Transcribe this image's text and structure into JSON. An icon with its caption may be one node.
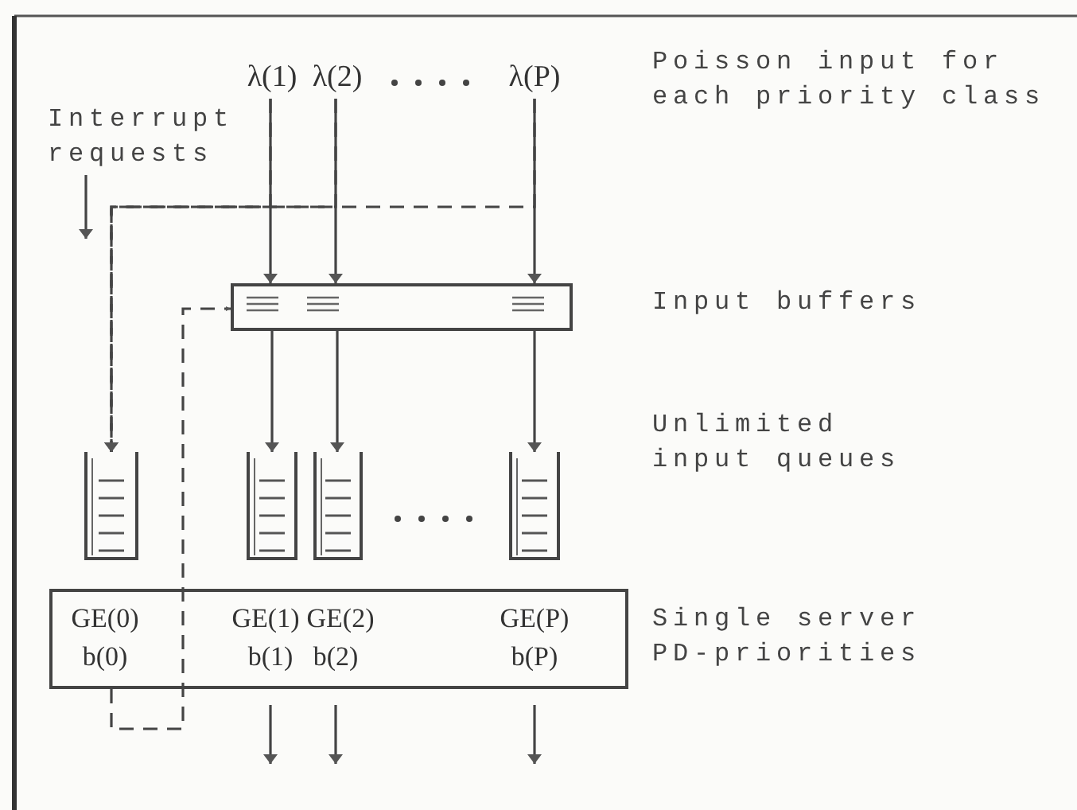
{
  "diagram": {
    "nodes": [
      {
        "text": [
          "λ(1)"
        ]
      },
      {
        "text": [
          "λ(2)"
        ]
      },
      {
        "text": [
          "λ(P)"
        ]
      },
      {
        "text": [
          "Interrupt requests"
        ]
      },
      {
        "text": [],
        "shape": "box"
      },
      {
        "text": [],
        "shape": "box"
      },
      {
        "text": [],
        "shape": "box"
      },
      {
        "text": [],
        "shape": "box"
      },
      {
        "text": [],
        "shape": "box"
      },
      {
        "text": [
          "GE(0)",
          "b(0)",
          "GE(1)",
          "b(1)",
          "GE(2)",
          "b(2)",
          "GE(P)",
          "b(P)"
        ]
      }
    ],
    "edges": [
      {
        "from": 0,
        "to": 4,
        "arrow": "to"
      },
      {
        "from": 1,
        "to": 4,
        "arrow": "to"
      },
      {
        "from": 2,
        "to": 4,
        "arrow": "to"
      },
      {
        "from": 0,
        "to": 5,
        "arrow": "to",
        "style": "dashed"
      },
      {
        "from": 1,
        "to": 5,
        "arrow": "to",
        "style": "dashed"
      },
      {
        "from": 2,
        "to": 5,
        "arrow": "to",
        "style": "dashed"
      },
      {
        "from": 3,
        "to": null,
        "arrow": "to"
      },
      {
        "from": 4,
        "to": 6,
        "arrow": "to"
      },
      {
        "from": 4,
        "to": 7,
        "arrow": "to"
      },
      {
        "from": 4,
        "to": 8,
        "arrow": "to"
      },
      {
        "from": 9,
        "to": 4,
        "arrow": "to",
        "style": "dashed"
      },
      {
        "from": 9,
        "to": null,
        "arrow": "to"
      },
      {
        "from": 9,
        "to": null,
        "arrow": "to"
      },
      {
        "from": 9,
        "to": null,
        "arrow": "to"
      }
    ],
    "labels": [
      "Poisson input for each priority class",
      "Input buffers",
      "Unlimited input queues",
      "Single server PD-priorities"
    ]
  }
}
